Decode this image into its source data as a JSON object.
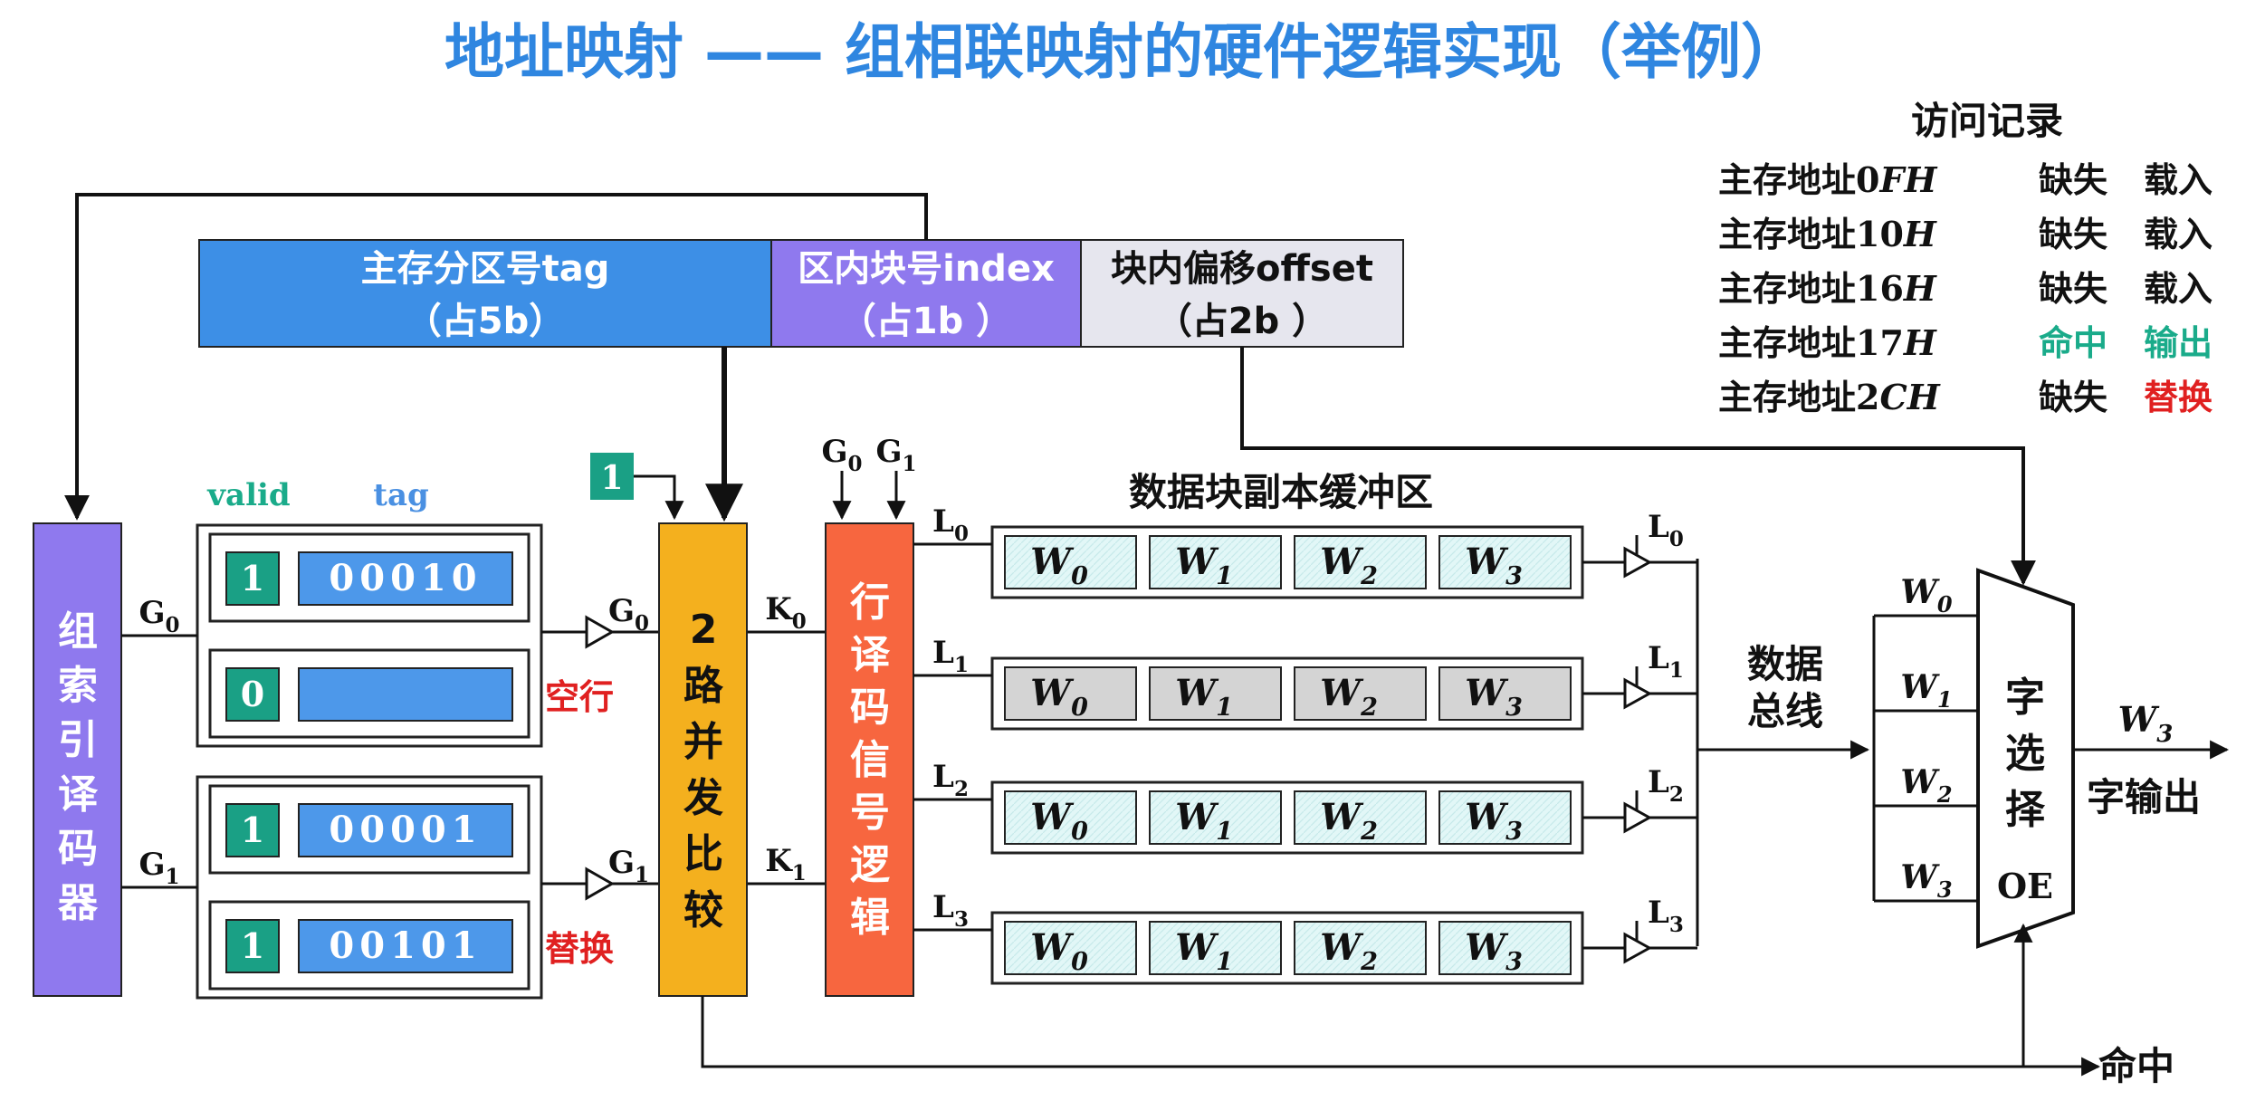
{
  "title": "地址映射 —— 组相联映射的硬件逻辑实现（举例）",
  "access_log": {
    "heading": "访问记录",
    "rows": [
      {
        "addr_prefix": "主存地址",
        "addr_val": "0",
        "addr_suffix": "FH",
        "result": "缺失",
        "action": "载入",
        "color": "#111111"
      },
      {
        "addr_prefix": "主存地址",
        "addr_val": "10",
        "addr_suffix": "H",
        "result": "缺失",
        "action": "载入",
        "color": "#111111"
      },
      {
        "addr_prefix": "主存地址",
        "addr_val": "16",
        "addr_suffix": "H",
        "result": "缺失",
        "action": "载入",
        "color": "#111111"
      },
      {
        "addr_prefix": "主存地址",
        "addr_val": "17",
        "addr_suffix": "H",
        "result": "命中",
        "action": "输出",
        "color": "#1aab8a"
      },
      {
        "addr_prefix": "主存地址",
        "addr_val": "2",
        "addr_suffix": "CH",
        "result": "缺失",
        "action": "替换",
        "color": "#e02020",
        "result_color": "#111111"
      }
    ]
  },
  "address": {
    "tag": {
      "line1": "主存分区号tag",
      "line2": "（占5b）",
      "color": "#3d8fe6"
    },
    "index": {
      "line1": "区内块号index",
      "line2": "（占1b ）",
      "color": "#8f79ee"
    },
    "offset": {
      "line1": "块内偏移offset",
      "line2": "（占2b ）",
      "color": "#e6e6ee"
    }
  },
  "headers": {
    "valid": "valid",
    "tag": "tag",
    "buffer": "数据块副本缓冲区"
  },
  "decoder": {
    "label": "组索引译码器",
    "chars": [
      "组",
      "索",
      "引",
      "译",
      "码",
      "器"
    ],
    "color": "#8f79ee"
  },
  "groups": [
    {
      "label": "G",
      "sub": "0",
      "rows": [
        {
          "valid": "1",
          "tag": "00010",
          "note": ""
        },
        {
          "valid": "0",
          "tag": "",
          "note": "空行"
        }
      ]
    },
    {
      "label": "G",
      "sub": "1",
      "rows": [
        {
          "valid": "1",
          "tag": "00001",
          "note": ""
        },
        {
          "valid": "1",
          "tag": "00101",
          "note": "替换"
        }
      ]
    }
  ],
  "const_one": "1",
  "comparator": {
    "chars": [
      "2",
      "路",
      "并",
      "发",
      "比",
      "较"
    ],
    "color": "#f4b01e"
  },
  "k_labels": [
    {
      "label": "K",
      "sub": "0"
    },
    {
      "label": "K",
      "sub": "1"
    }
  ],
  "row_decoder": {
    "chars": [
      "行",
      "译",
      "码",
      "信",
      "号",
      "逻",
      "辑"
    ],
    "color": "#f7663f",
    "inputs": [
      {
        "label": "G",
        "sub": "0"
      },
      {
        "label": "G",
        "sub": "1"
      }
    ]
  },
  "lines": [
    {
      "label": "L",
      "sub": "0",
      "words": [
        "W",
        "W",
        "W",
        "W"
      ],
      "subs": [
        "0",
        "1",
        "2",
        "3"
      ],
      "fill": "#e2f7f7"
    },
    {
      "label": "L",
      "sub": "1",
      "words": [
        "W",
        "W",
        "W",
        "W"
      ],
      "subs": [
        "0",
        "1",
        "2",
        "3"
      ],
      "fill": "#d4d4d4"
    },
    {
      "label": "L",
      "sub": "2",
      "words": [
        "W",
        "W",
        "W",
        "W"
      ],
      "subs": [
        "0",
        "1",
        "2",
        "3"
      ],
      "fill": "#e2f7f7"
    },
    {
      "label": "L",
      "sub": "3",
      "words": [
        "W",
        "W",
        "W",
        "W"
      ],
      "subs": [
        "0",
        "1",
        "2",
        "3"
      ],
      "fill": "#e2f7f7"
    }
  ],
  "data_bus": {
    "line1": "数据",
    "line2": "总线"
  },
  "mux": {
    "inputs": [
      {
        "label": "W",
        "sub": "0"
      },
      {
        "label": "W",
        "sub": "1"
      },
      {
        "label": "W",
        "sub": "2"
      },
      {
        "label": "W",
        "sub": "3"
      }
    ],
    "chars": [
      "字",
      "选",
      "择"
    ],
    "oe": "OE"
  },
  "output": {
    "label": "W",
    "sub": "3",
    "text": "字输出"
  },
  "hit": "命中",
  "colors": {
    "teal": "#1aa085",
    "blue": "#4a90e2",
    "red": "#e02020",
    "tag_field": "#4d98ea"
  }
}
